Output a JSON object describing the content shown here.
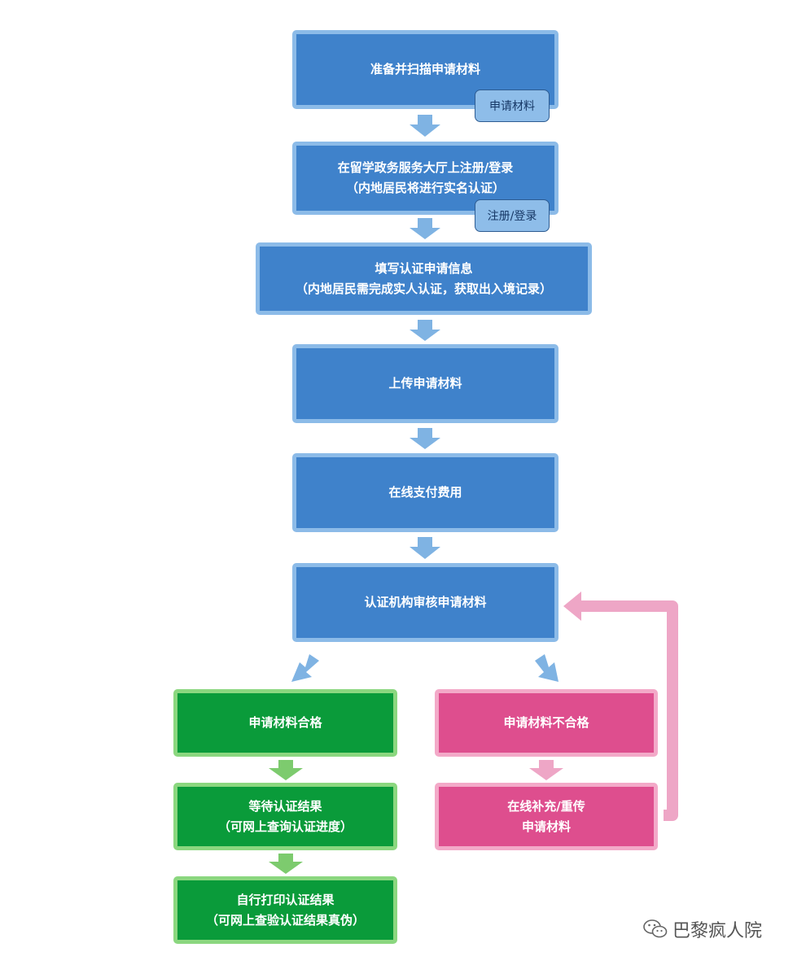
{
  "steps": {
    "scan": {
      "line1": "准备并扫描申请材料"
    },
    "register": {
      "line1": "在留学政务服务大厅上注册/登录",
      "line2": "（内地居民将进行实名认证）"
    },
    "fill": {
      "line1": "填写认证申请信息",
      "line2": "（内地居民需完成实人认证，获取出入境记录）"
    },
    "upload": {
      "line1": "上传申请材料"
    },
    "pay": {
      "line1": "在线支付费用"
    },
    "review": {
      "line1": "认证机构审核申请材料"
    },
    "qualified": {
      "line1": "申请材料合格"
    },
    "wait": {
      "line1": "等待认证结果",
      "line2": "（可网上查询认证进度）"
    },
    "print": {
      "line1": "自行打印认证结果",
      "line2": "（可网上查验认证结果真伪）"
    },
    "unqualified": {
      "line1": "申请材料不合格"
    },
    "resubmit": {
      "line1": "在线补充/重传",
      "line2": "申请材料"
    }
  },
  "tags": {
    "materials": "申请材料",
    "register": "注册/登录"
  },
  "watermark": {
    "text": "巴黎疯人院"
  },
  "colors": {
    "blue": "#3f82cb",
    "blue_border": "#8cbbe8",
    "green": "#0a9b3a",
    "green_border": "#8bd77f",
    "pink": "#de4e8e",
    "pink_border": "#f3a9c8",
    "arrow_blue": "#7fb3e3",
    "arrow_green": "#7dcb6e",
    "arrow_pink": "#eea6c6"
  }
}
